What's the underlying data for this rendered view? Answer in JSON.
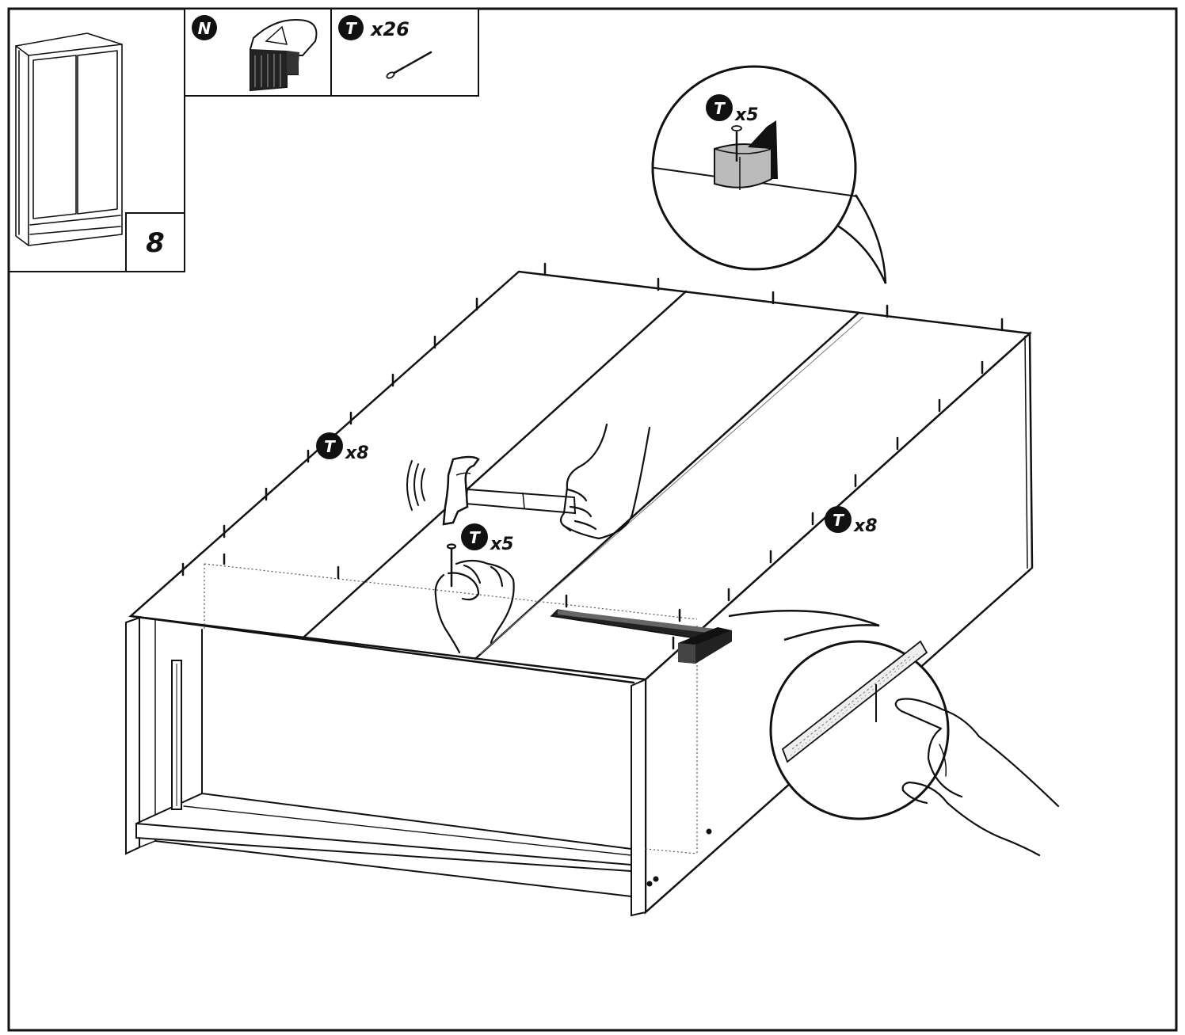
{
  "step": {
    "number": "8"
  },
  "parts": [
    {
      "letter": "N",
      "quantity": ""
    },
    {
      "letter": "T",
      "quantity": "x26"
    }
  ],
  "callouts": [
    {
      "letter": "T",
      "quantity": "x8"
    },
    {
      "letter": "T",
      "quantity": "x8"
    },
    {
      "letter": "T",
      "quantity": "x5"
    },
    {
      "letter": "T",
      "quantity": "x5"
    }
  ],
  "icons": [
    "wardrobe-thumbnail-icon",
    "corner-bracket-icon",
    "nail-icon",
    "hammer-icon",
    "hand-icon",
    "try-square-icon"
  ]
}
